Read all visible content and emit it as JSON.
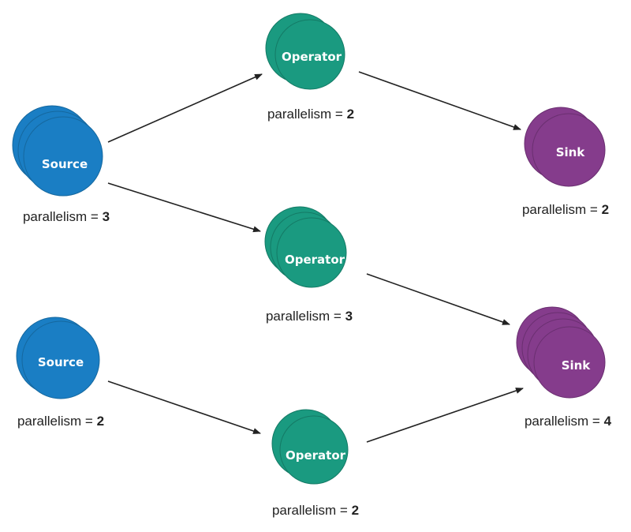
{
  "colors": {
    "source": "#1a7ec4",
    "operator": "#1a9a80",
    "sink": "#853c8c",
    "edge": "#222222"
  },
  "nodes": [
    {
      "id": "source-1",
      "kind": "source",
      "label": "Source",
      "parallelism_label": "parallelism = ",
      "parallelism": "3"
    },
    {
      "id": "operator-1",
      "kind": "operator",
      "label": "Operator",
      "parallelism_label": "parallelism = ",
      "parallelism": "2"
    },
    {
      "id": "operator-2",
      "kind": "operator",
      "label": "Operator",
      "parallelism_label": "parallelism = ",
      "parallelism": "3"
    },
    {
      "id": "sink-1",
      "kind": "sink",
      "label": "Sink",
      "parallelism_label": "parallelism = ",
      "parallelism": "2"
    },
    {
      "id": "source-2",
      "kind": "source",
      "label": "Source",
      "parallelism_label": "parallelism = ",
      "parallelism": "2"
    },
    {
      "id": "operator-3",
      "kind": "operator",
      "label": "Operator",
      "parallelism_label": "parallelism = ",
      "parallelism": "2"
    },
    {
      "id": "sink-2",
      "kind": "sink",
      "label": "Sink",
      "parallelism_label": "parallelism = ",
      "parallelism": "4"
    }
  ],
  "edges": [
    {
      "from": "source-1",
      "to": "operator-1"
    },
    {
      "from": "source-1",
      "to": "operator-2"
    },
    {
      "from": "operator-1",
      "to": "sink-1"
    },
    {
      "from": "operator-2",
      "to": "sink-2"
    },
    {
      "from": "source-2",
      "to": "operator-3"
    },
    {
      "from": "operator-3",
      "to": "sink-2"
    }
  ]
}
